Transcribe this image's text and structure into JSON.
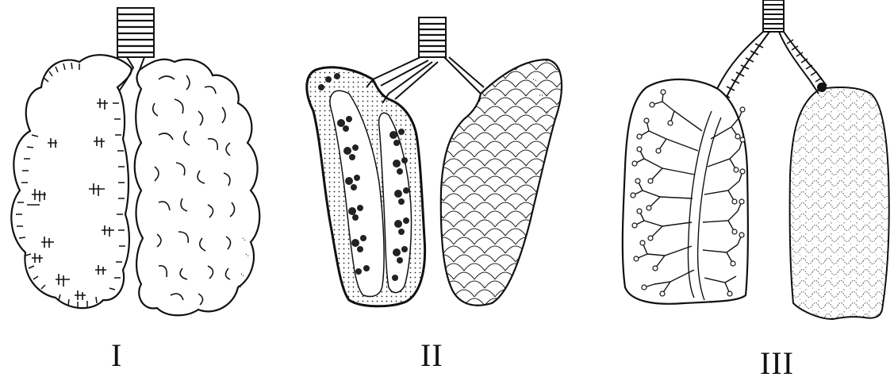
{
  "labels": [
    "I",
    "II",
    "III"
  ]
}
